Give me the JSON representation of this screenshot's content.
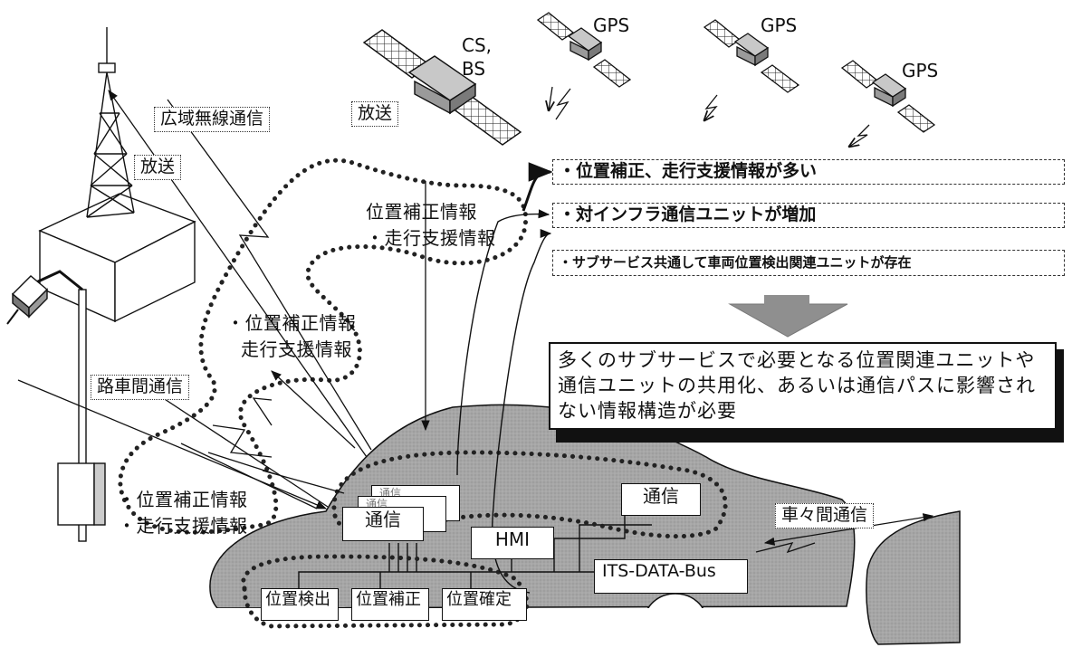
{
  "satellite_labels": {
    "cs_bs_line1": "CS,",
    "cs_bs_line2": "BS",
    "gps1": "GPS",
    "gps2": "GPS",
    "gps3": "GPS"
  },
  "comm_labels": {
    "broadcast_top": "放送",
    "wide_area_wireless": "広域無線通信",
    "broadcast_tower": "放送",
    "road_to_vehicle": "路車間通信",
    "vehicle_to_vehicle": "車々間通信"
  },
  "info_groups": {
    "group1": [
      "位置補正情報",
      "・走行支援情報"
    ],
    "group2": [
      "・位置補正情報",
      "走行支援情報"
    ],
    "group3": [
      "・位置補正情報",
      "・走行支援情報"
    ]
  },
  "observations": [
    "・位置補正、走行支援情報が多い",
    "・対インフラ通信ユニットが増加",
    "・サブサービス共通して車両位置検出関連ユニットが存在"
  ],
  "conclusion": "多くのサブサービスで必要となる位置関連ユニットや通信ユニットの共用化、あるいは通信パスに影響されない情報構造が必要",
  "vehicle_units": {
    "comm_stack_back2": "通信",
    "comm_stack_back1": "通信",
    "comm_front": "通信",
    "comm_right": "通信",
    "hmi": "HMI",
    "bus": "ITS-DATA-Bus",
    "position_detect": "位置検出",
    "position_correct": "位置補正",
    "position_confirm": "位置確定"
  },
  "colors": {
    "vehicle_fill": "#a9a9a9",
    "arrow_fill": "#8f8f8f",
    "line": "#111111"
  }
}
